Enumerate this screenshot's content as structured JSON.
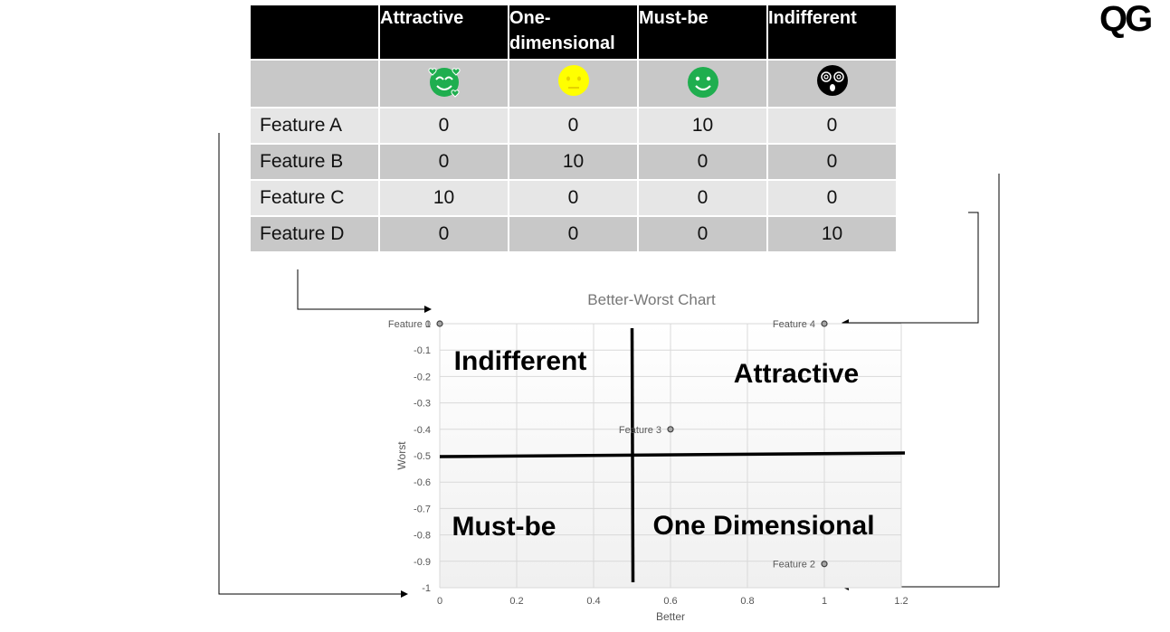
{
  "table": {
    "headers": [
      "",
      "Attractive",
      "One-\ndimensional",
      "Must-be",
      "Indifferent"
    ],
    "emojis": [
      {
        "name": "heart-eyes-face-icon",
        "color": "#1fae4f"
      },
      {
        "name": "neutral-face-icon",
        "color": "#ffff00"
      },
      {
        "name": "smiling-face-icon",
        "color": "#1fae4f"
      },
      {
        "name": "dizzy-face-icon",
        "color": "#000000"
      }
    ],
    "rows": [
      {
        "label": "Feature A",
        "values": [
          "0",
          "0",
          "10",
          "0"
        ]
      },
      {
        "label": "Feature B",
        "values": [
          "0",
          "10",
          "0",
          "0"
        ]
      },
      {
        "label": "Feature C",
        "values": [
          "10",
          "0",
          "0",
          "0"
        ]
      },
      {
        "label": "Feature D",
        "values": [
          "0",
          "0",
          "0",
          "10"
        ]
      }
    ]
  },
  "logo": {
    "text": "QG"
  },
  "chart_data": {
    "type": "scatter",
    "title": "Better-Worst Chart",
    "xlabel": "Better",
    "ylabel": "Worst",
    "xlim": [
      0,
      1.2
    ],
    "ylim": [
      -1,
      0
    ],
    "x_ticks": [
      "0",
      "0.2",
      "0.4",
      "0.6",
      "0.8",
      "1",
      "1.2"
    ],
    "y_ticks": [
      "0",
      "-0.1",
      "-0.2",
      "-0.3",
      "-0.4",
      "-0.5",
      "-0.6",
      "-0.7",
      "-0.8",
      "-0.9",
      "-1"
    ],
    "grid": true,
    "points": [
      {
        "label": "Feature 1",
        "x": 0,
        "y": 0
      },
      {
        "label": "Feature 2",
        "x": 1,
        "y": -0.91
      },
      {
        "label": "Feature 3",
        "x": 0.6,
        "y": -0.4
      },
      {
        "label": "Feature 4",
        "x": 1,
        "y": 0
      }
    ],
    "quadrants": [
      "Indifferent",
      "Attractive",
      "Must-be",
      "One Dimensional"
    ],
    "dividers": {
      "x": 0.5,
      "y": -0.5
    }
  }
}
